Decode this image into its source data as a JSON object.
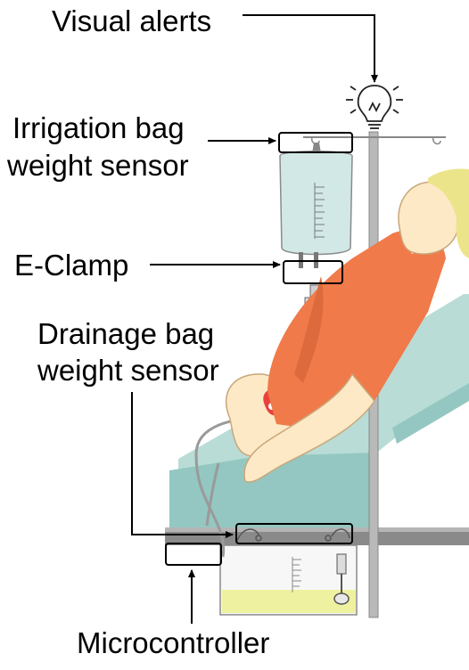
{
  "labels": {
    "visual_alerts": "Visual alerts",
    "irrigation_line1": "Irrigation bag",
    "irrigation_line2": "weight sensor",
    "eclamp": "E-Clamp",
    "drainage_line1": "Drainage bag",
    "drainage_line2": "weight sensor",
    "microcontroller": "Microcontroller"
  },
  "colors": {
    "skin": "#fde9c6",
    "hair": "#ece48a",
    "gown": "#f07a4a",
    "gown_shadow": "#dd6a3c",
    "bed": "#b9dcd6",
    "bed_dark": "#94c7c1",
    "bag_fluid": "#d2e8e6",
    "drain_fluid": "#eef2a0",
    "pole": "#b9b9b9",
    "rail": "#8a8a8a",
    "wound": "#e8423a"
  }
}
